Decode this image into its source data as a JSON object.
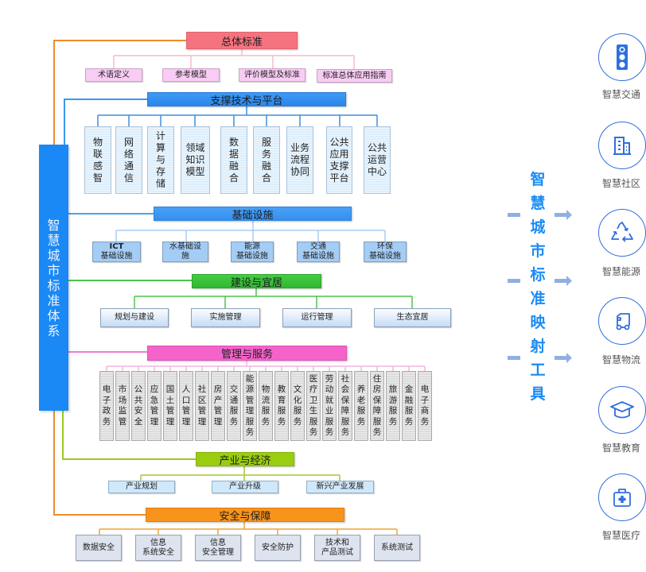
{
  "main_bar": {
    "title": "智慧城市标准体系"
  },
  "mapping_tool": {
    "label": "智慧城市标准映射工具"
  },
  "sections": {
    "general": {
      "title": "总体标准",
      "items": [
        "术语定义",
        "参考模型",
        "评价模型及标准",
        "标准总体应用指南"
      ]
    },
    "support": {
      "title": "支撑技术与平台",
      "items": [
        "物联感智",
        "网络通信",
        "计算与存储",
        "领域知识模型",
        "数据融合",
        "服务融合",
        "业务流程协同",
        "公共应用支撑平台",
        "公共运营中心"
      ]
    },
    "infrastructure": {
      "title": "基础设施",
      "items": [
        {
          "line1": "ICT",
          "line2": "基础设施"
        },
        {
          "line1": "水基础设",
          "line2": "施"
        },
        {
          "line1": "能源",
          "line2": "基础设施"
        },
        {
          "line1": "交通",
          "line2": "基础设施"
        },
        {
          "line1": "环保",
          "line2": "基础设施"
        }
      ]
    },
    "construction": {
      "title": "建设与宜居",
      "items": [
        "规划与建设",
        "实施管理",
        "运行管理",
        "生态宜居"
      ]
    },
    "management": {
      "title": "管理与服务",
      "items": [
        "电子政务",
        "市场监管",
        "公共安全",
        "应急管理",
        "国土管理",
        "人口管理",
        "社区管理",
        "房产管理",
        "交通服务",
        "能源管理服务",
        "物流服务",
        "教育服务",
        "文化服务",
        "医疗卫生服务",
        "劳动就业服务",
        "社会保障服务",
        "养老服务",
        "住房保障服务",
        "旅游服务",
        "金融服务",
        "电子商务"
      ]
    },
    "industry": {
      "title": "产业与经济",
      "items": [
        "产业规划",
        "产业升级",
        "新兴产业发展"
      ]
    },
    "security": {
      "title": "安全与保障",
      "items": [
        {
          "line1": "数据安全",
          "line2": ""
        },
        {
          "line1": "信息",
          "line2": "系统安全"
        },
        {
          "line1": "信息",
          "line2": "安全管理"
        },
        {
          "line1": "安全防护",
          "line2": ""
        },
        {
          "line1": "技术和",
          "line2": "产品测试"
        },
        {
          "line1": "系统测试",
          "line2": ""
        }
      ]
    }
  },
  "applications": [
    {
      "label": "智慧交通",
      "icon": "traffic-light-icon"
    },
    {
      "label": "智慧社区",
      "icon": "building-icon"
    },
    {
      "label": "智慧能源",
      "icon": "recycle-icon"
    },
    {
      "label": "智慧物流",
      "icon": "truck-icon"
    },
    {
      "label": "智慧教育",
      "icon": "graduation-cap-icon"
    },
    {
      "label": "智慧医疗",
      "icon": "medical-kit-icon"
    }
  ],
  "colors": {
    "main_bar": "#1a88f5",
    "general": "#f5737f",
    "support": "#2a86ea",
    "infrastructure": "#3590ee",
    "construction": "#30b830",
    "management": "#f463c9",
    "industry": "#9acd10",
    "security": "#f8931c",
    "mapping_text": "#1a8cf5",
    "icon_stroke": "#2f6fe0"
  }
}
